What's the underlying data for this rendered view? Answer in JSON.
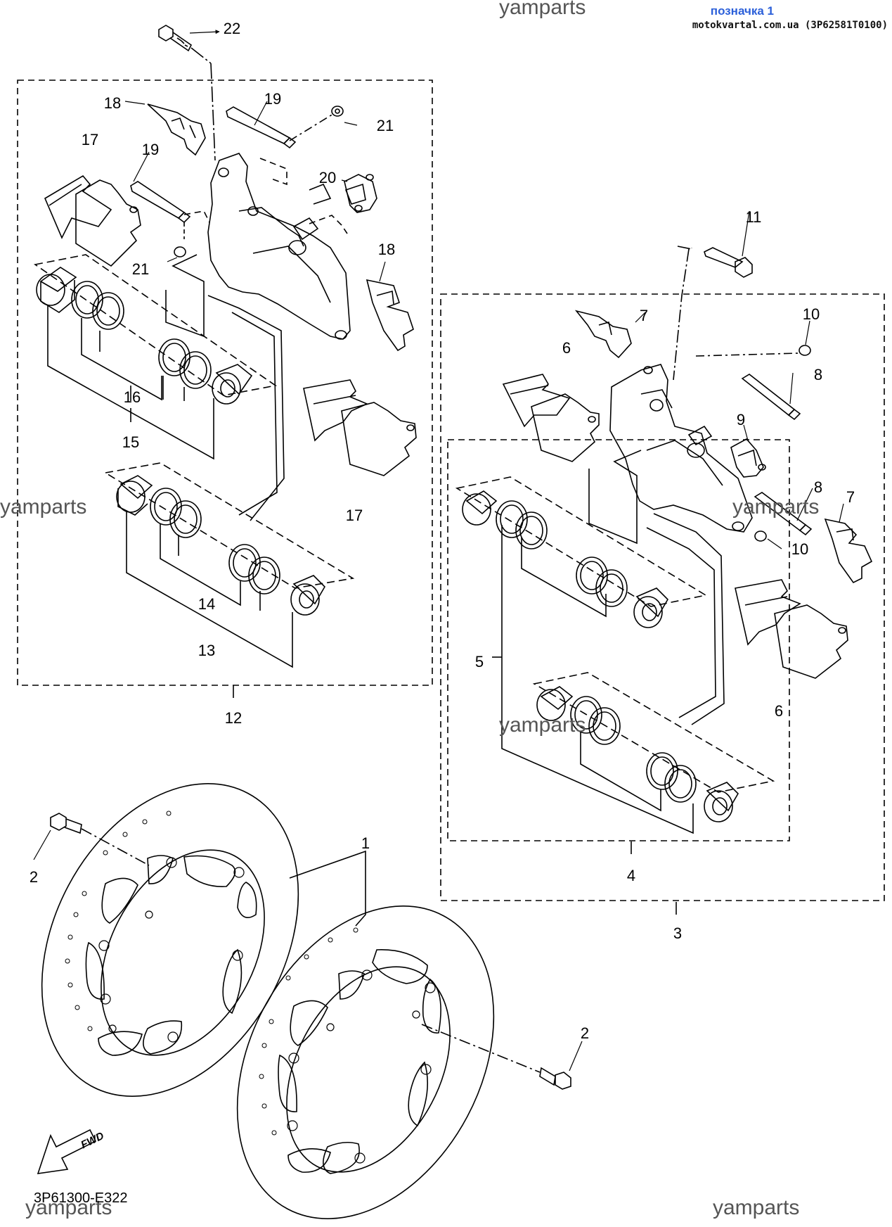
{
  "header": {
    "mark_label": "позначка 1",
    "source_label": "motokvartal.com.ua (3P62581T0100)"
  },
  "watermarks": [
    "yamparts",
    "yamparts",
    "yamparts",
    "yamparts",
    "yamparts",
    "yamparts"
  ],
  "diagram_code": "3P61300-E322",
  "fwd_label": "FWD",
  "callouts": {
    "c1": "1",
    "c2a": "2",
    "c2b": "2",
    "c3": "3",
    "c4": "4",
    "c5": "5",
    "c6a": "6",
    "c6b": "6",
    "c7a": "7",
    "c7b": "7",
    "c8a": "8",
    "c8b": "8",
    "c9": "9",
    "c10a": "10",
    "c10b": "10",
    "c11": "11",
    "c12": "12",
    "c13": "13",
    "c14": "14",
    "c15": "15",
    "c16": "16",
    "c17a": "17",
    "c17b": "17",
    "c18a": "18",
    "c18b": "18",
    "c19a": "19",
    "c19b": "19",
    "c20": "20",
    "c21a": "21",
    "c21b": "21",
    "c22": "22"
  }
}
